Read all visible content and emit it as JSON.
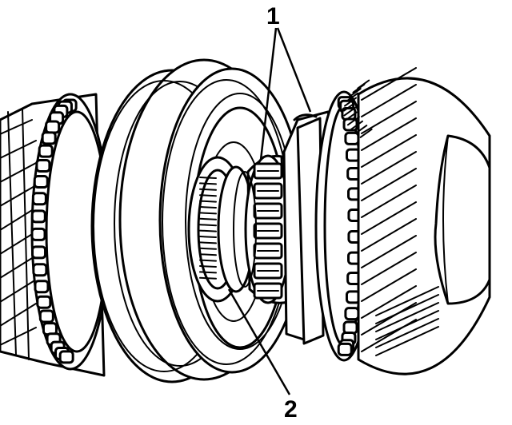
{
  "diagram": {
    "callouts": [
      {
        "id": "1",
        "label": "1"
      },
      {
        "id": "2",
        "label": "2"
      }
    ]
  },
  "colors": {
    "ink": "#000000",
    "paper": "#ffffff"
  }
}
